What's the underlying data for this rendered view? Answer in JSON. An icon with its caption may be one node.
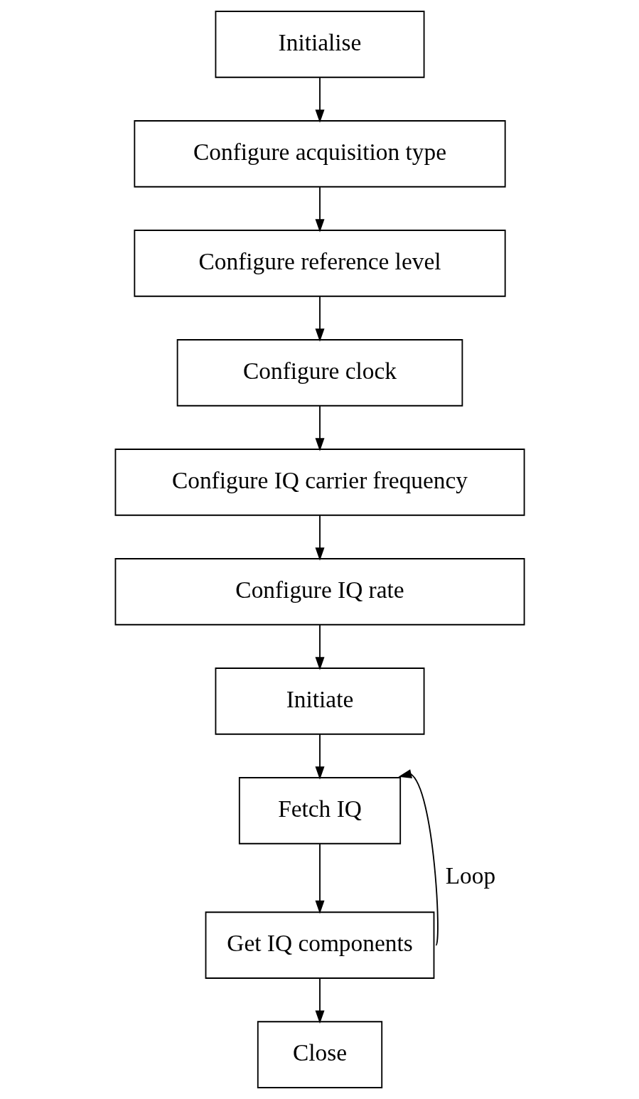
{
  "diagram": {
    "nodes": [
      {
        "text": [
          "Initialise"
        ]
      },
      {
        "text": [
          "Configure acquisition type"
        ]
      },
      {
        "text": [
          "Configure reference level"
        ]
      },
      {
        "text": [
          "Configure clock"
        ]
      },
      {
        "text": [
          "Configure IQ carrier frequency"
        ]
      },
      {
        "text": [
          "Configure IQ rate"
        ]
      },
      {
        "text": [
          "Initiate"
        ]
      },
      {
        "text": [
          "Fetch IQ"
        ]
      },
      {
        "text": [
          "Get IQ components"
        ]
      },
      {
        "text": [
          "Close"
        ]
      }
    ],
    "edges": [
      {
        "from": 0,
        "to": 1,
        "arrow": "to"
      },
      {
        "from": 1,
        "to": 2,
        "arrow": "to"
      },
      {
        "from": 2,
        "to": 3,
        "arrow": "to"
      },
      {
        "from": 3,
        "to": 4,
        "arrow": "to"
      },
      {
        "from": 4,
        "to": 5,
        "arrow": "to"
      },
      {
        "from": 5,
        "to": 6,
        "arrow": "to"
      },
      {
        "from": 6,
        "to": 7,
        "arrow": "to"
      },
      {
        "from": 7,
        "to": 8,
        "arrow": "to"
      },
      {
        "from": 8,
        "to": 9,
        "arrow": "to"
      },
      {
        "from": 8,
        "to": 7,
        "arrow": "to",
        "label": "Loop"
      }
    ]
  }
}
